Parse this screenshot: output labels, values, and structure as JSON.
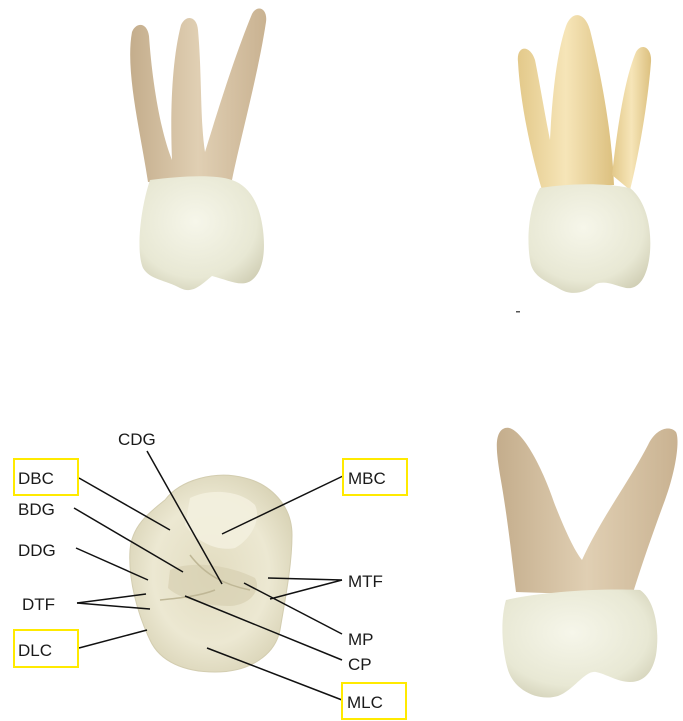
{
  "labels": {
    "cdg": "CDG",
    "dbc": "DBC",
    "bdg": "BDG",
    "ddg": "DDG",
    "dtf": "DTF",
    "dlc": "DLC",
    "mbc": "MBC",
    "mtf": "MTF",
    "mp": "MP",
    "cp": "CP",
    "mlc": "MLC"
  },
  "highlighted_labels": [
    "DBC",
    "DLC",
    "MBC",
    "MLC"
  ],
  "colors": {
    "root": "#d8c4a6",
    "root_shadow": "#bda684",
    "root_yellow": "#ecd49a",
    "crown": "#eeeedd",
    "crown_shadow": "#d9d8c0",
    "occlusal": "#e9e4cc",
    "highlight_box": "#ffea00",
    "text": "#1a1a1a"
  }
}
